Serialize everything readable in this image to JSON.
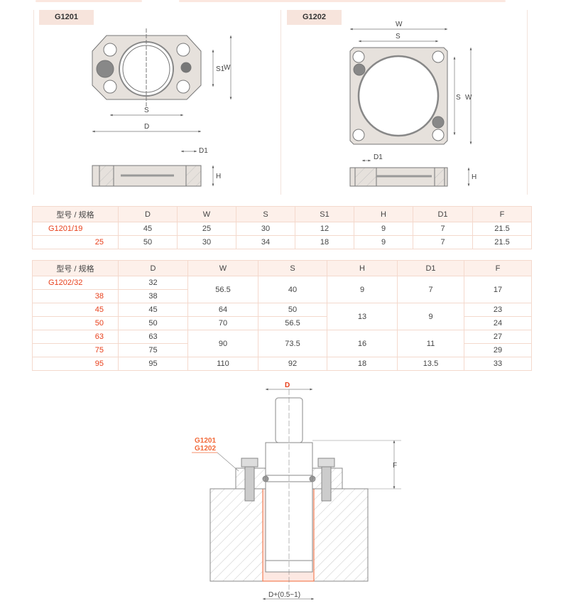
{
  "g1201": {
    "tag": "G1201",
    "dims": {
      "S": "S",
      "D": "D",
      "S1": "S1",
      "W": "W",
      "D1": "D1",
      "H": "H"
    }
  },
  "g1202": {
    "tag": "G1202",
    "dims": {
      "W": "W",
      "S": "S",
      "S_v": "S",
      "W_v": "W",
      "D1": "D1",
      "H": "H"
    }
  },
  "table1": {
    "headers": [
      "型号 / 规格",
      "D",
      "W",
      "S",
      "S1",
      "H",
      "D1",
      "F"
    ],
    "rows": [
      [
        "G1201/19",
        "45",
        "25",
        "30",
        "12",
        "9",
        "7",
        "21.5"
      ],
      [
        "25",
        "50",
        "30",
        "34",
        "18",
        "9",
        "7",
        "21.5"
      ]
    ]
  },
  "table2": {
    "headers": [
      "型号 / 规格",
      "D",
      "W",
      "S",
      "H",
      "D1",
      "F"
    ],
    "models": [
      "G1202/32",
      "38",
      "45",
      "50",
      "63",
      "75",
      "95"
    ],
    "D": [
      "32",
      "38",
      "45",
      "50",
      "63",
      "75",
      "95"
    ],
    "W": [
      "56.5",
      "64",
      "70",
      "90",
      "110"
    ],
    "S": [
      "40",
      "50",
      "56.5",
      "73.5",
      "92"
    ],
    "H": [
      "9",
      "13",
      "16",
      "18"
    ],
    "D1": [
      "7",
      "9",
      "11",
      "13.5"
    ],
    "F": [
      "17",
      "23",
      "24",
      "27",
      "29",
      "33"
    ]
  },
  "install": {
    "D": "D",
    "F": "F",
    "labels": [
      "G1201",
      "G1202"
    ],
    "bore": "D+(0.5~1)"
  },
  "colors": {
    "accent": "#e8401c",
    "header_bg": "#fdf0ea",
    "border": "#f4d9cd"
  }
}
